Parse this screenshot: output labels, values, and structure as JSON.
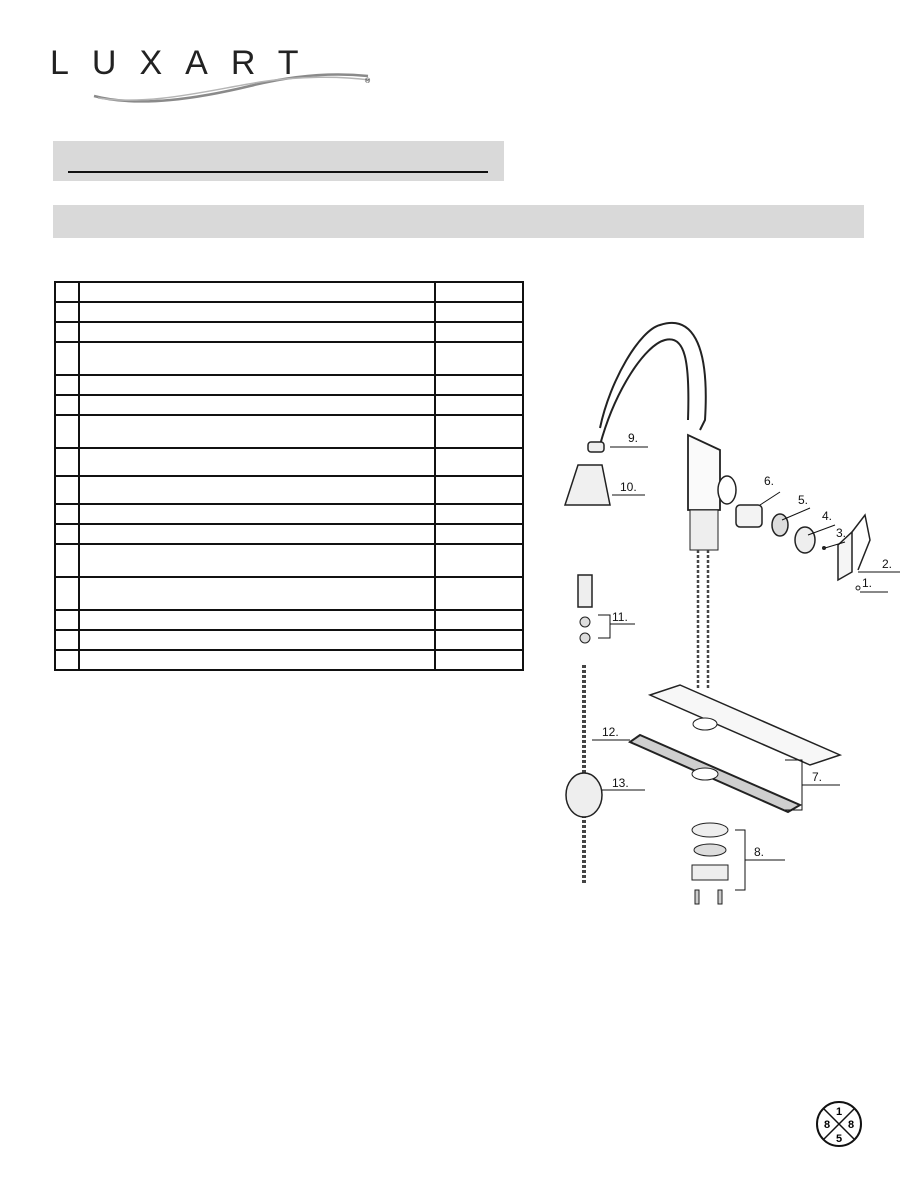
{
  "brand": {
    "name": "LUXART",
    "registered_mark": "®"
  },
  "badge": {
    "top": "1",
    "left": "8",
    "right": "8",
    "bottom": "5"
  },
  "parts_table": {
    "row_heights": [
      20,
      20,
      20,
      33,
      20,
      20,
      33,
      28,
      28,
      20,
      20,
      33,
      33,
      20,
      20,
      20
    ]
  },
  "diagram": {
    "callouts": [
      "1.",
      "2.",
      "3.",
      "4.",
      "5.",
      "6.",
      "7.",
      "8.",
      "9.",
      "10.",
      "11.",
      "12.",
      "13."
    ]
  }
}
